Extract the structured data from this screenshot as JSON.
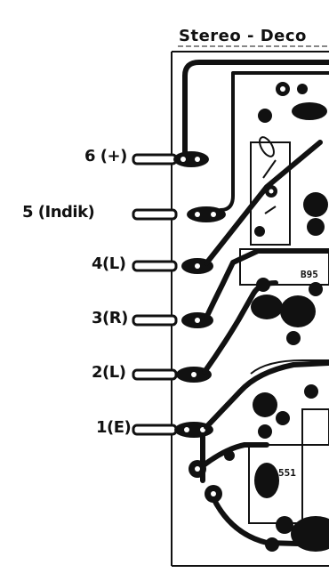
{
  "diagram": {
    "title": "Stereo - Deco",
    "pins": [
      {
        "label": "6 (+)"
      },
      {
        "label": "5 (Indik)"
      },
      {
        "label": "4(L)"
      },
      {
        "label": "3(R)"
      },
      {
        "label": "2(L)"
      },
      {
        "label": "1(E)"
      }
    ],
    "board_markings": [
      "B95",
      "551"
    ]
  }
}
